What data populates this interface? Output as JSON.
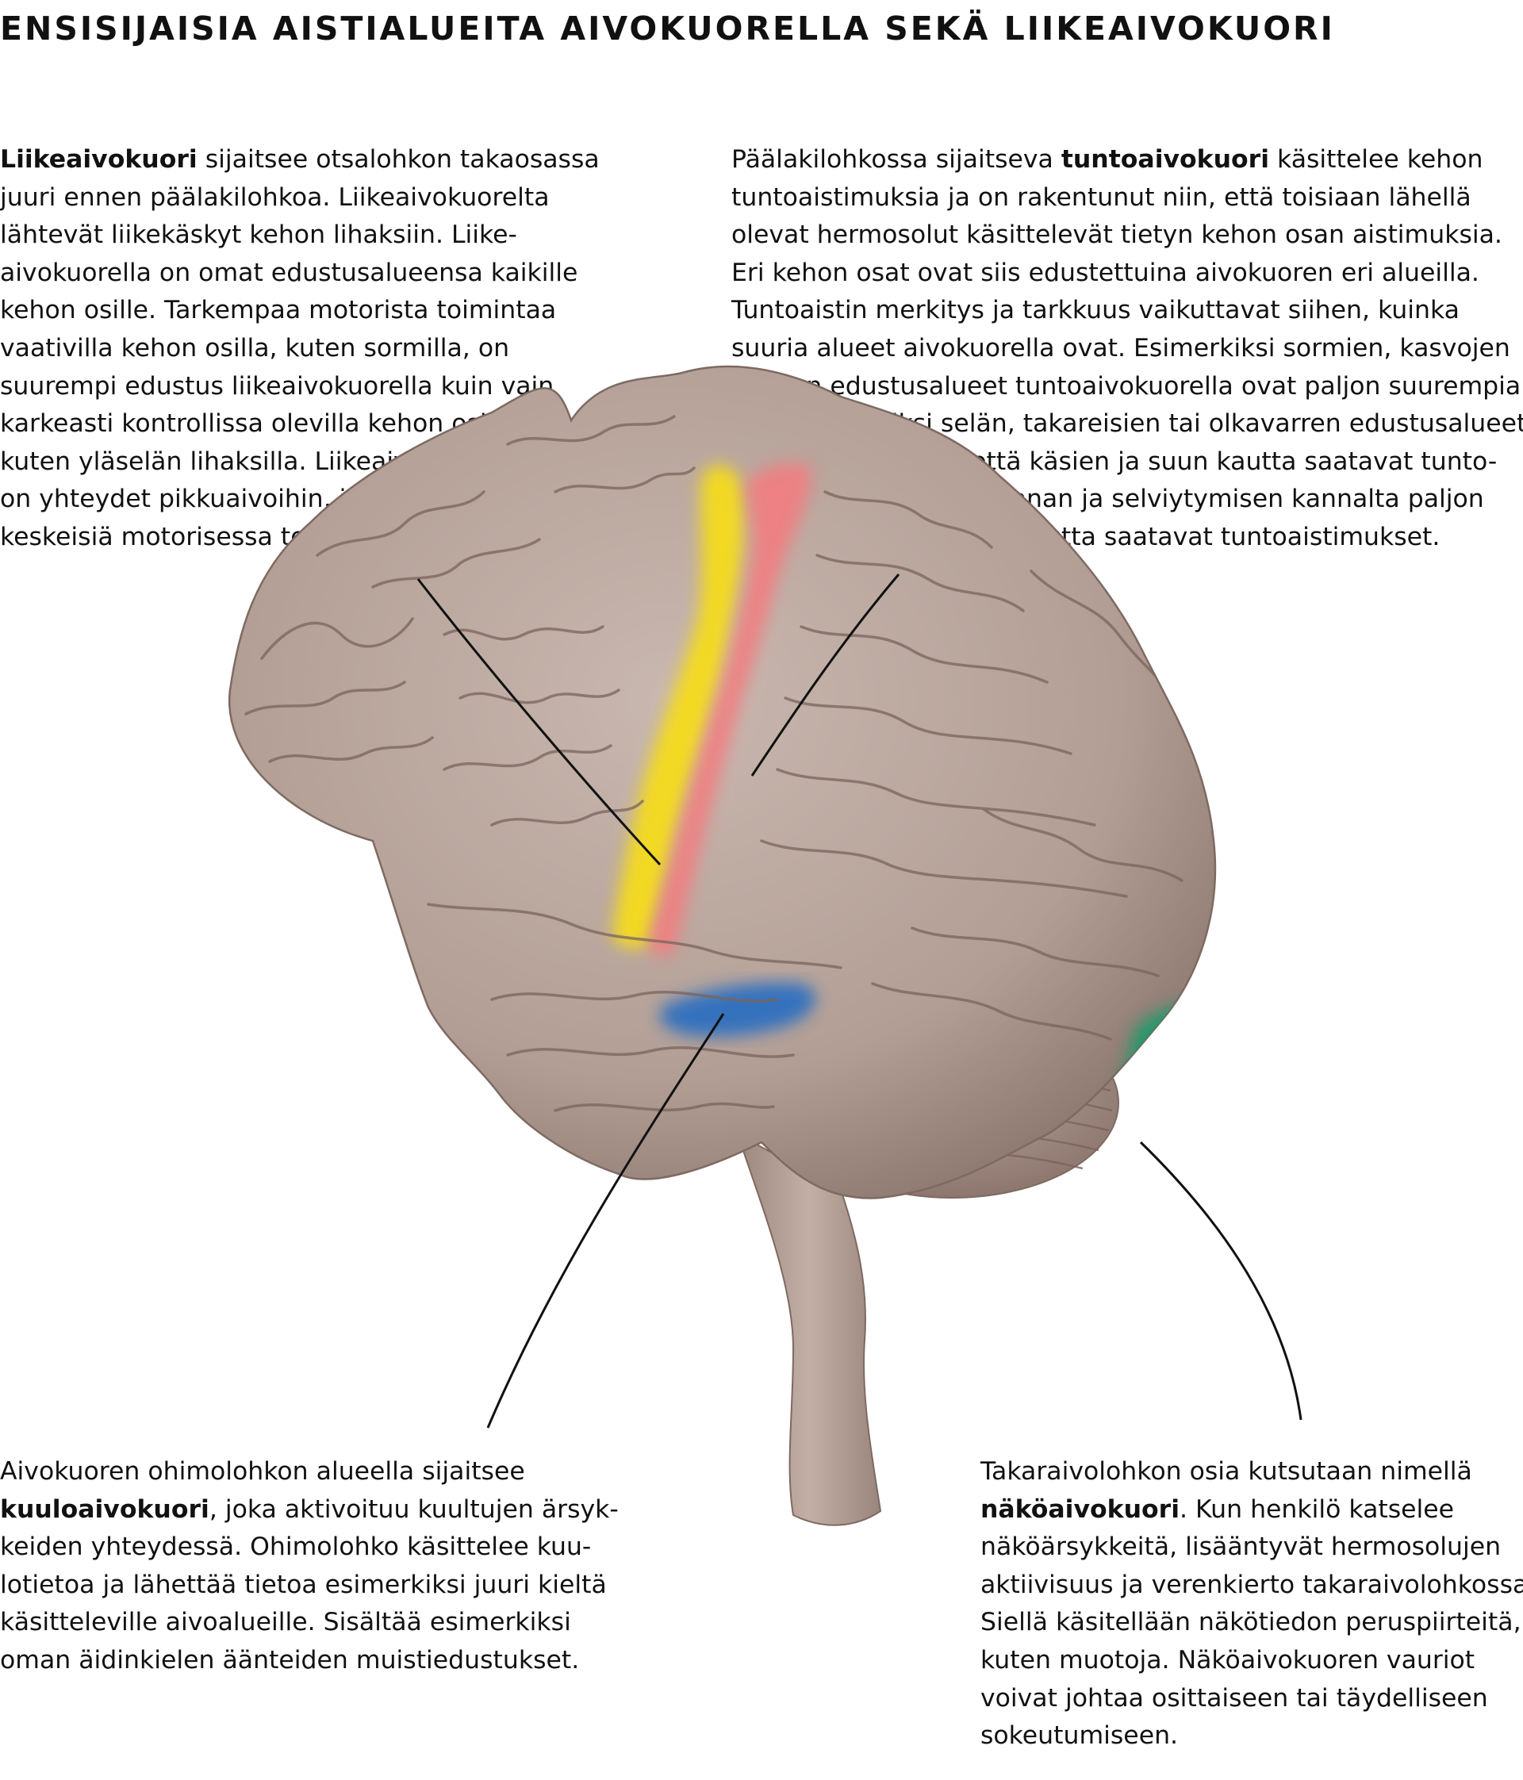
{
  "title": "ENSISIJAISIA AISTIALUEITA AIVOKUORELLA SEKÄ LIIKEAIVOKUORI",
  "motor_cortex": {
    "term": "Liikeaivokuori",
    "lines": [
      " sijaitsee otsalohkon takaosassa",
      "juuri ennen päälakilohkoa. Liikeaivokuorelta",
      "lähtevät liikekäskyt kehon lihaksiin. Liike-",
      "aivokuorella on omat edustusalueensa kaikille",
      "kehon osille. Tarkempaa motorista toimintaa",
      "vaativilla kehon osilla, kuten sormilla, on",
      "suurempi edustus liikeaivokuorella kuin vain",
      "karkeasti kontrollissa olevilla kehon osilla,",
      "kuten yläselän lihaksilla. Liikeaivokuorilta",
      "on yhteydet pikkuaivoihin, jotka ovat myös",
      "keskeisiä motorisessa toiminnassa."
    ]
  },
  "somatosensory_cortex": {
    "lead": "Päälakilohkossa sijaitseva ",
    "term": "tuntoaivokuori",
    "first_rest": " käsittelee kehon",
    "lines": [
      "tuntoaistimuksia ja on rakentunut niin, että toisiaan lähellä",
      "olevat hermosolut käsittelevät tietyn kehon osan aistimuksia.",
      "Eri kehon osat ovat siis edustettuina aivokuoren eri alueilla.",
      "Tuntoaistin merkitys ja tarkkuus vaikuttavat siihen, kuinka",
      "suuria alueet aivokuorella ovat. Esimerkiksi sormien, kasvojen",
      "ja suun edustusalueet tuntoaivokuorella ovat paljon suurempia",
      "kuin esimerkiksi selän, takareisien tai olkavarren edustusalueet.",
      "Tämä selittyy sillä, että käsien ja suun kautta saatavat tunto-",
      "aistimukset ovat toiminnan ja selviytymisen kannalta paljon",
      "tärkeämpiä kuin selän kautta saatavat tuntoaistimukset."
    ]
  },
  "auditory_cortex": {
    "first_line": "Aivokuoren ohimolohkon alueella sijaitsee",
    "term": "kuuloaivokuori",
    "second_rest": ", joka aktivoituu kuultujen ärsyk-",
    "lines": [
      "keiden yhteydessä. Ohimolohko käsittelee kuu-",
      "lotietoa ja lähettää tietoa esimerkiksi juuri kieltä",
      "käsitteleville aivoalueille. Sisältää esimerkiksi",
      "oman äidinkielen äänteiden muistiedustukset."
    ]
  },
  "visual_cortex": {
    "first_line": "Takaraivolohkon osia kutsutaan nimellä",
    "term": "näköaivokuori",
    "second_rest": ". Kun henkilö katselee",
    "lines": [
      "näköärsykkeitä, lisääntyvät hermosolujen",
      "aktiivisuus ja verenkierto takaraivolohkossa.",
      "Siellä käsitellään näkötiedon peruspiirteitä,",
      "kuten muotoja. Näköaivokuoren vauriot",
      "voivat johtaa osittaiseen tai täydelliseen",
      "sokeutumiseen."
    ]
  },
  "colors": {
    "motor": "#f5dc1e",
    "somatosensory": "#f07f82",
    "auditory": "#2f6fc0",
    "visual": "#1f9a6a",
    "brain": "#b8a49b",
    "brain_dark": "#8f7a72",
    "cerebellum": "#a89088",
    "stem": "#b9a59c",
    "leader": "#111111"
  }
}
